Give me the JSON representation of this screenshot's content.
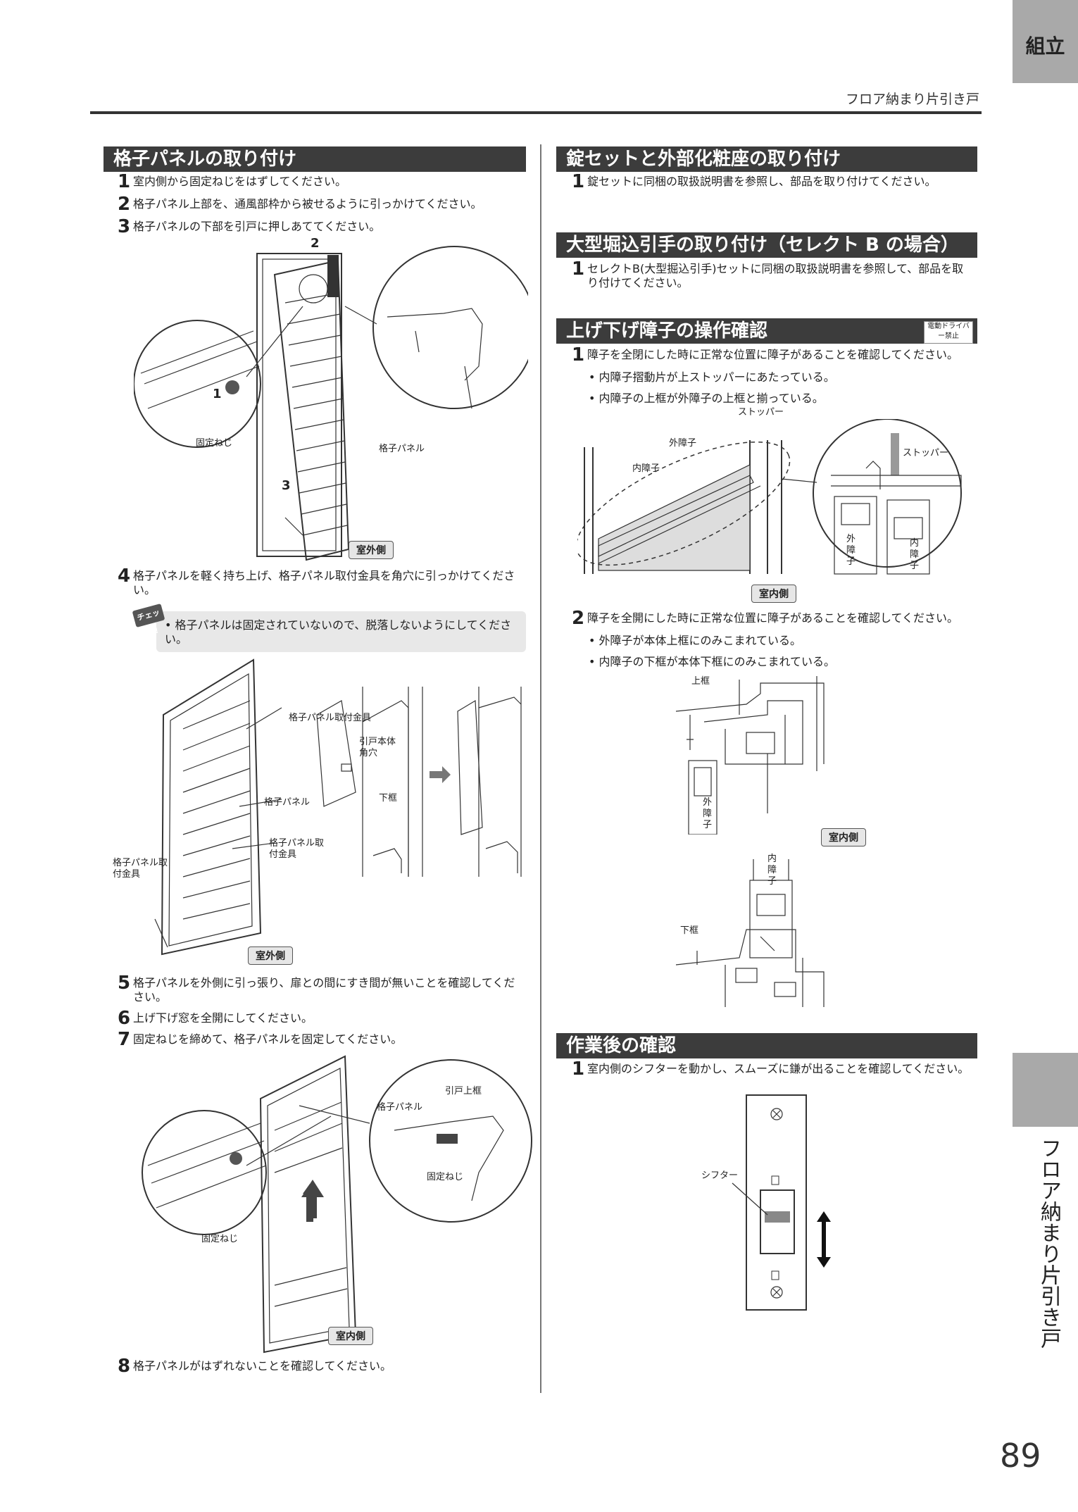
{
  "tab": {
    "label": "組立"
  },
  "header": {
    "subtitle": "フロア納まり片引き戸"
  },
  "side": {
    "label": "フロア納まり片引き戸"
  },
  "page_number": "89",
  "left": {
    "section_title": "格子パネルの取り付け",
    "steps_a": [
      {
        "num": "1",
        "text": "室内側から固定ねじをはずしてください。"
      },
      {
        "num": "2",
        "text": "格子パネル上部を、通風部枠から被せるように引っかけてください。"
      },
      {
        "num": "3",
        "text": "格子パネルの下部を引戸に押しあててください。"
      }
    ],
    "fig1": {
      "callout_2": "2",
      "callout_1": "1",
      "callout_3": "3",
      "label_screw": "固定ねじ",
      "label_panel": "格子パネル",
      "badge": "室外側"
    },
    "step4": {
      "num": "4",
      "text": "格子パネルを軽く持ち上げ、格子パネル取付金具を角穴に引っかけてください。"
    },
    "check": {
      "icon": "チェック!",
      "text": "格子パネルは固定されていないので、脱落しないようにしてください。"
    },
    "fig2": {
      "label_bracket_top": "格子パネル取付金具",
      "label_hole": "引戸本体角穴",
      "label_panel": "格子パネル",
      "label_lower_frame": "下框",
      "label_bracket_mid": "格子パネル取付金具",
      "label_bracket_left": "格子パネル取付金具",
      "badge": "室外側"
    },
    "steps_b": [
      {
        "num": "5",
        "text": "格子パネルを外側に引っ張り、扉との間にすき間が無いことを確認してください。"
      },
      {
        "num": "6",
        "text": "上げ下げ窓を全開にしてください。"
      },
      {
        "num": "7",
        "text": "固定ねじを締めて、格子パネルを固定してください。"
      }
    ],
    "fig3": {
      "label_top_frame": "引戸上框",
      "label_panel": "格子パネル",
      "label_screw_right": "固定ねじ",
      "label_screw_left": "固定ねじ",
      "badge": "室内側"
    },
    "step8": {
      "num": "8",
      "text": "格子パネルがはずれないことを確認してください。"
    }
  },
  "right": {
    "sec1": {
      "title": "錠セットと外部化粧座の取り付け",
      "step": {
        "num": "1",
        "text": "錠セットに同梱の取扱説明書を参照し、部品を取り付けてください。"
      }
    },
    "sec2": {
      "title": "大型堀込引手の取り付け（セレクト B の場合）",
      "step": {
        "num": "1",
        "text": "セレクトB(大型掘込引手)セットに同梱の取扱説明書を参照して、部品を取り付けてください。"
      }
    },
    "sec3": {
      "title": "上げ下げ障子の操作確認",
      "ban_icon": "電動ドライバー禁止",
      "step1": {
        "num": "1",
        "text": "障子を全閉にした時に正常な位置に障子があることを確認してください。"
      },
      "bullets1": [
        "内障子摺動片が上ストッパーにあたっている。",
        "内障子の上框が外障子の上框と揃っている。"
      ],
      "fig": {
        "label_stopper_top": "ストッパー",
        "label_outer": "外障子",
        "label_inner": "内障子",
        "label_stopper_right": "ストッパー",
        "label_outer_v": "外障子",
        "label_inner_v": "内障子",
        "badge": "室内側"
      },
      "step2": {
        "num": "2",
        "text": "障子を全開にした時に正常な位置に障子があることを確認してください。"
      },
      "bullets2": [
        "外障子が本体上框にのみこまれている。",
        "内障子の下框が本体下框にのみこまれている。"
      ],
      "fig2": {
        "label_top": "上框",
        "label_outer_v": "外障子",
        "badge": "室内側",
        "label_inner_v": "内障子",
        "label_bottom": "下框"
      }
    },
    "sec4": {
      "title": "作業後の確認",
      "step": {
        "num": "1",
        "text": "室内側のシフターを動かし、スムーズに鎌が出ることを確認してください。"
      },
      "fig": {
        "label_shifter": "シフター"
      }
    }
  }
}
